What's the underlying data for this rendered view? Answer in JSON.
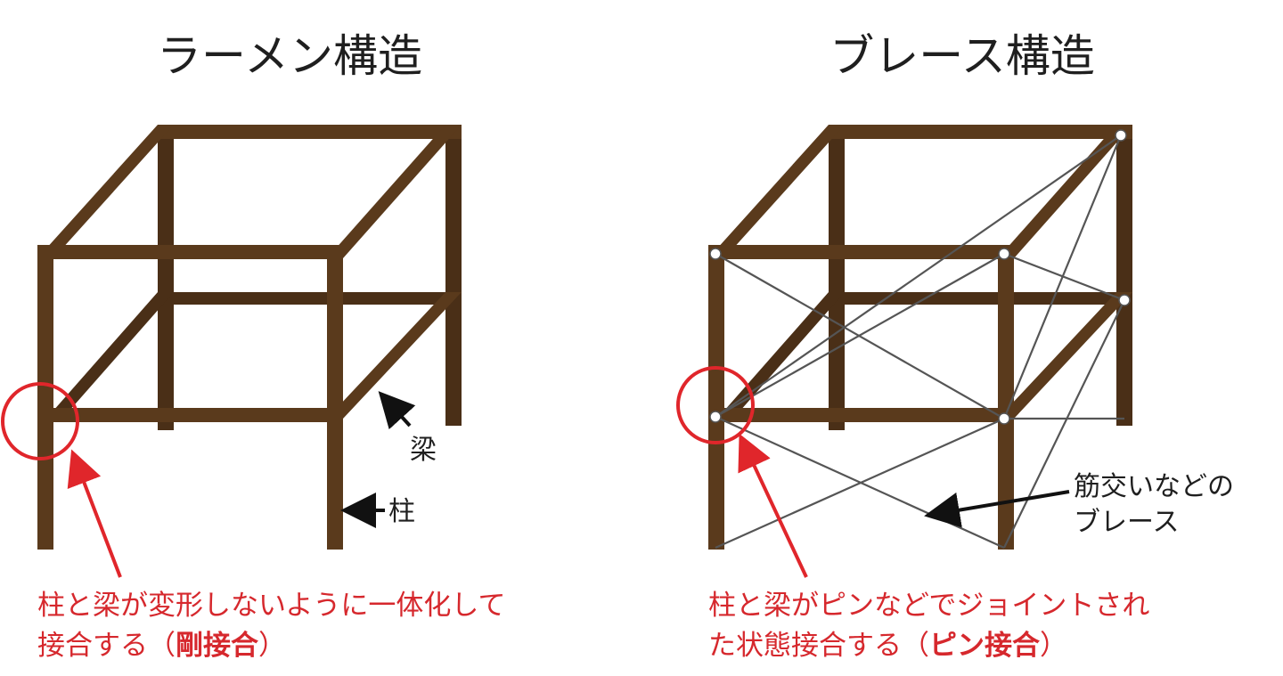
{
  "left": {
    "title": "ラーメン構造",
    "label_beam": "梁",
    "label_column": "柱",
    "caption_line1": "柱と梁が変形しないように一体化して",
    "caption_line2_pre": "接合する（",
    "caption_line2_bold": "剛接合",
    "caption_line2_post": "）"
  },
  "right": {
    "title": "ブレース構造",
    "label_brace_line1": "筋交いなどの",
    "label_brace_line2": "ブレース",
    "caption_line1": "柱と梁がピンなどでジョイントされ",
    "caption_line2_pre": "た状態接合する（",
    "caption_line2_bold": "ピン接合",
    "caption_line2_post": "）"
  },
  "colors": {
    "wood": "#5a3a1c",
    "accent_red": "#e0262b",
    "brace_gray": "#555555"
  }
}
